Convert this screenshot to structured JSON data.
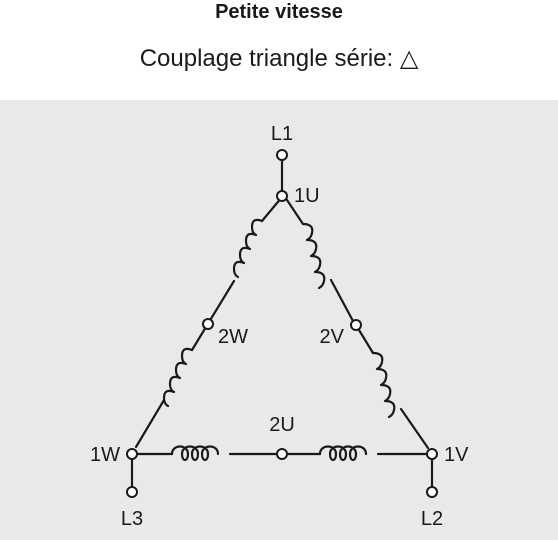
{
  "header": {
    "title": "Petite vitesse",
    "subtitle": "Couplage triangle série: △"
  },
  "diagram": {
    "lines": {
      "l1": "L1",
      "l2": "L2",
      "l3": "L3"
    },
    "terminals": {
      "u1": "1U",
      "v1": "1V",
      "w1": "1W",
      "u2": "2U",
      "v2": "2V",
      "w2": "2W"
    },
    "colors": {
      "background": "#e9e9e9",
      "stroke": "#1a1a1a",
      "terminal_fill": "#ffffff"
    }
  }
}
